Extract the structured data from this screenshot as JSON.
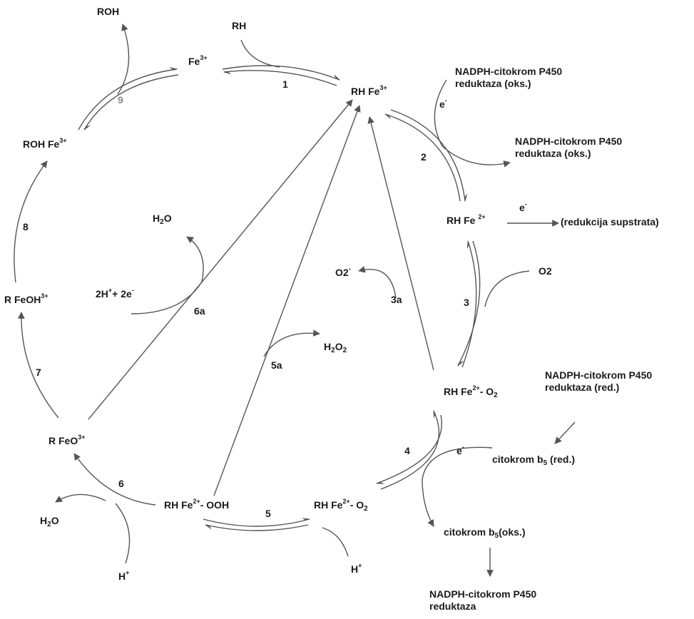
{
  "species": {
    "fe3": {
      "main": "Fe",
      "sup": "3+"
    },
    "rh": "RH",
    "rh_fe3": {
      "main": "RH Fe",
      "sup": "3+"
    },
    "roh": "ROH",
    "roh_fe3": {
      "main": "ROH Fe",
      "sup": "3+"
    },
    "rh_fe2": {
      "main": "RH Fe ",
      "sup": "2+"
    },
    "r_feoh3": {
      "main": "R  FeOH",
      "sup": "3+"
    },
    "rh_fe2_o2_upper": {
      "main": "RH Fe",
      "sup": "2+",
      "rest": "- O",
      "sub": "2"
    },
    "r_feo3": {
      "main": "R  FeO",
      "sup": "3+"
    },
    "rh_fe2_ooh": {
      "main": "RH Fe",
      "sup": "2+",
      "rest": "- OOH"
    },
    "rh_fe2_o2_lower": {
      "main": "RH Fe",
      "sup": "2+",
      "rest": "- O",
      "sub": "2"
    },
    "o2_in": "O2",
    "o2_radical": {
      "main": "O2",
      "sup": "-"
    },
    "h2o2": {
      "a": "H",
      "sub1": "2",
      "b": "O",
      "sub2": "2"
    },
    "h2o_top": {
      "a": "H",
      "sub": "2",
      "b": "O"
    },
    "h2o_bottom": {
      "a": "H",
      "sub": "2",
      "b": "O"
    },
    "h_plus_left": {
      "main": "H",
      "sup": "+"
    },
    "h_plus_right": {
      "main": "H",
      "sup": "+"
    },
    "two_h_two_e": {
      "a": "2H",
      "sup1": "+",
      "b": "+ 2e",
      "sup2": "-"
    },
    "e_minus_top": {
      "main": "e",
      "sup": "-"
    },
    "e_minus_right": {
      "main": "e",
      "sup": "-"
    },
    "e_minus_bottom": {
      "main": "e",
      "sup": "-"
    },
    "reductase_ox_1": "NADPH-citokrom P450 reduktaza (oks.)",
    "reductase_ox_2": "NADPH-citokrom P450 reduktaza (oks.)",
    "reductase_red": "NADPH-citokrom P450 reduktaza (red.)",
    "reductase_final": "NADPH-citokrom P450 reduktaza",
    "substrate_reduction": "(redukcija supstrata)",
    "cyt_b5_red": {
      "main": "citokrom b",
      "sub": "5",
      "rest": " (red.)"
    },
    "cyt_b5_ox": {
      "main": "citokrom b",
      "sub": "5",
      "rest": "(oks.)"
    }
  },
  "steps": {
    "s1": "1",
    "s2": "2",
    "s3": "3",
    "s3a": "3a",
    "s4": "4",
    "s5": "5",
    "s5a": "5a",
    "s6": "6",
    "s6a": "6a",
    "s7": "7",
    "s8": "8",
    "s9": "9"
  },
  "colors": {
    "line": "#555555",
    "text": "#1a1a1a",
    "step9": "#8a8a8a"
  }
}
